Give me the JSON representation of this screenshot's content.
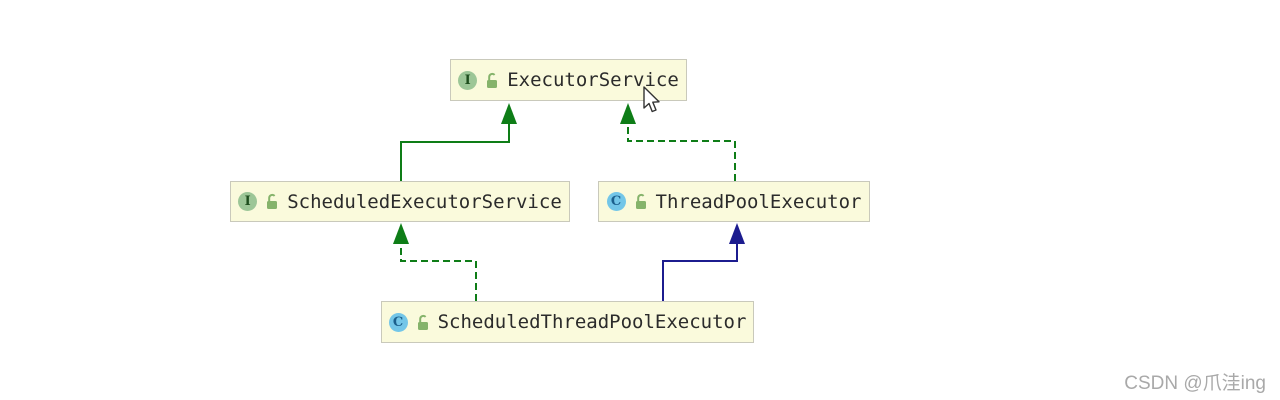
{
  "diagram": {
    "nodes": [
      {
        "id": "ExecutorService",
        "label": "ExecutorService",
        "kind": "interface",
        "badge": "I",
        "modifier_icon": "unlocked-icon"
      },
      {
        "id": "ScheduledExecutorService",
        "label": "ScheduledExecutorService",
        "kind": "interface",
        "badge": "I",
        "modifier_icon": "unlocked-icon"
      },
      {
        "id": "ThreadPoolExecutor",
        "label": "ThreadPoolExecutor",
        "kind": "class",
        "badge": "C",
        "modifier_icon": "unlocked-icon"
      },
      {
        "id": "ScheduledThreadPoolExecutor",
        "label": "ScheduledThreadPoolExecutor",
        "kind": "class",
        "badge": "C",
        "modifier_icon": "unlocked-icon"
      }
    ],
    "edges": [
      {
        "from": "ScheduledExecutorService",
        "to": "ExecutorService",
        "relation": "extends",
        "line": "solid",
        "color": "#0e7d17"
      },
      {
        "from": "ThreadPoolExecutor",
        "to": "ExecutorService",
        "relation": "implements",
        "line": "dashed",
        "color": "#0e7d17"
      },
      {
        "from": "ScheduledThreadPoolExecutor",
        "to": "ScheduledExecutorService",
        "relation": "implements",
        "line": "dashed",
        "color": "#0e7d17"
      },
      {
        "from": "ScheduledThreadPoolExecutor",
        "to": "ThreadPoolExecutor",
        "relation": "extends",
        "line": "solid",
        "color": "#1c1c8f"
      }
    ],
    "colors": {
      "node_fill": "#fafadc",
      "node_border": "#c9c9bb",
      "label_text": "#2b2b2b",
      "interface_badge_fill": "#9cc697",
      "interface_badge_letter": "#1d4d1d",
      "class_badge_fill": "#73c6e8",
      "class_badge_letter": "#1b5f8c",
      "lock_green": "#85b36b",
      "edge_green": "#0e7d17",
      "edge_navy": "#1c1c8f"
    }
  },
  "watermark": {
    "text": "CSDN @爪洼ing",
    "color": "#a9a9a9"
  }
}
